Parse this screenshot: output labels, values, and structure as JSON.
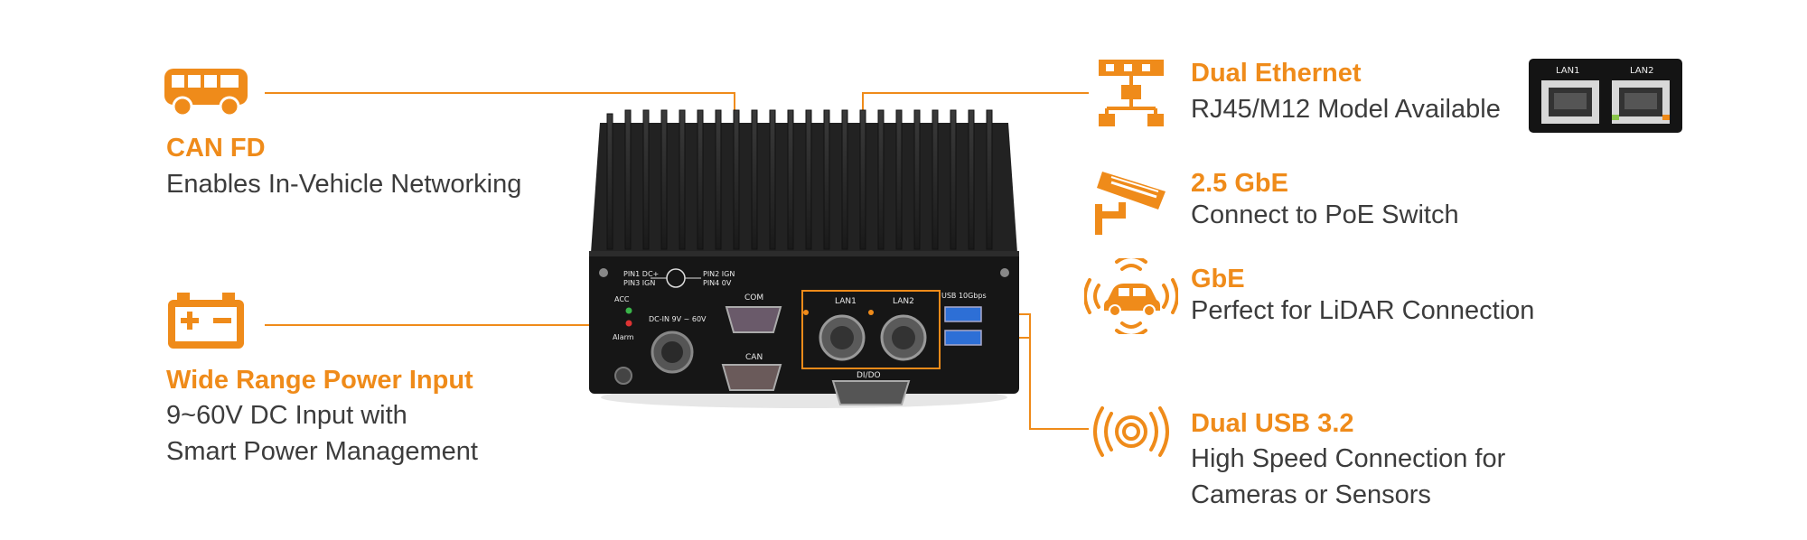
{
  "features": {
    "can_fd": {
      "title": "CAN FD",
      "desc1": "Enables In-Vehicle Networking"
    },
    "power": {
      "title": "Wide Range Power Input",
      "desc1": "9~60V DC Input with",
      "desc2": "Smart Power Management"
    },
    "dual_ethernet": {
      "title": "Dual Ethernet",
      "desc1": "RJ45/M12 Model Available"
    },
    "gbe_25": {
      "title": "2.5 GbE",
      "desc1": "Connect to PoE Switch"
    },
    "gbe": {
      "title": "GbE",
      "desc1": "Perfect for LiDAR Connection"
    },
    "dual_usb": {
      "title": "Dual USB 3.2",
      "desc1": "High Speed Connection for",
      "desc2": "Cameras or Sensors"
    }
  },
  "device_labels": {
    "com": "COM",
    "can": "CAN",
    "dido": "DI/DO",
    "lan1": "LAN1",
    "lan2": "LAN2",
    "usb": "USB 10Gbps",
    "dc_in": "DC-IN 9V ~ 60V",
    "acc": "ACC",
    "alarm": "Alarm",
    "pin_left1": "PIN1 DC+",
    "pin_left2": "PIN3 IGN",
    "pin_right1": "PIN2 IGN",
    "pin_right2": "PIN4 0V"
  },
  "inset_labels": {
    "lan1": "LAN1",
    "lan2": "LAN2"
  },
  "icons": {
    "bus": "bus-icon",
    "battery": "battery-icon",
    "network": "network-icon",
    "camera": "security-camera-icon",
    "lidar_car": "lidar-car-icon",
    "signal": "signal-waves-icon"
  },
  "colors": {
    "accent": "#ef8b1a",
    "text": "#3c3c3c",
    "device": "#1e1e1e"
  }
}
